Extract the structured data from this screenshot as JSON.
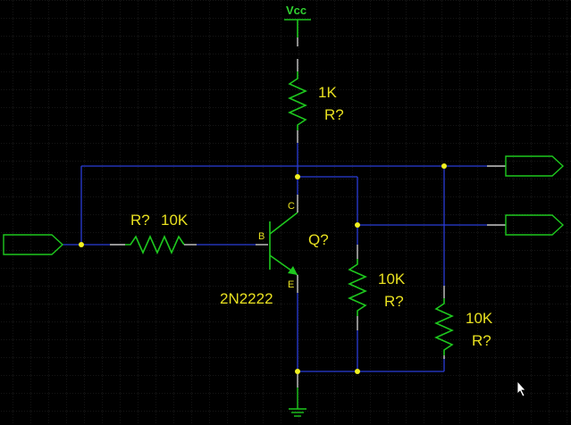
{
  "supply": {
    "label": "Vcc"
  },
  "resistors": {
    "r_collector": {
      "value": "1K",
      "ref": "R?"
    },
    "r_base": {
      "value": "10K",
      "ref": "R?"
    },
    "r_emitter_left": {
      "value": "10K",
      "ref": "R?"
    },
    "r_emitter_right": {
      "value": "10K",
      "ref": "R?"
    }
  },
  "transistor": {
    "ref": "Q?",
    "part": "2N2222",
    "pin_base": "B",
    "pin_collector": "C",
    "pin_emitter": "E"
  },
  "colors": {
    "background": "#000000",
    "grid": "#3a3a3a",
    "wire": "#2a3cd8",
    "component": "#1ec81e",
    "label": "#e8e020",
    "junction": "#f0f020"
  }
}
